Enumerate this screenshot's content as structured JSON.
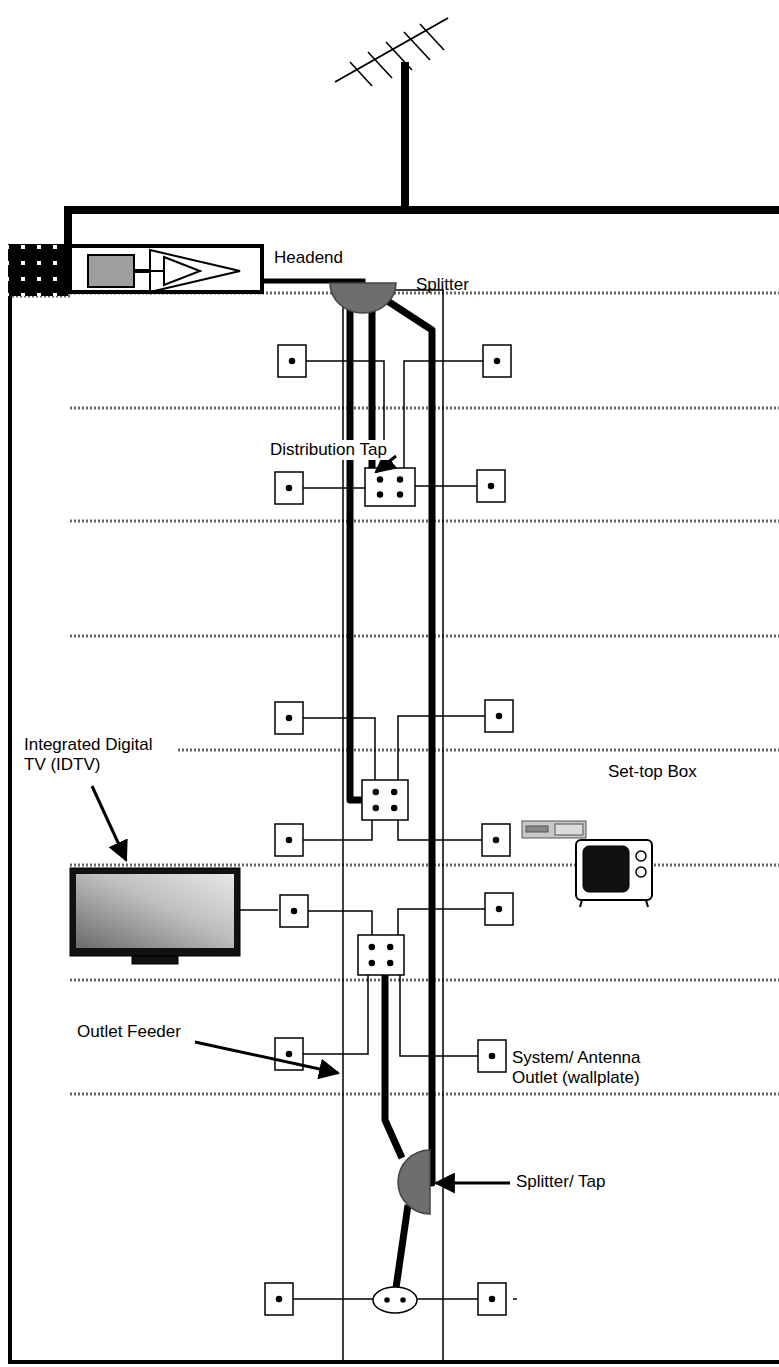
{
  "diagram": {
    "nodes": [
      {
        "text": [
          "Headend"
        ]
      },
      {
        "text": [
          "Splitter"
        ]
      }
    ],
    "edges": [
      {
        "from": 0,
        "to": 1,
        "arrow": "none"
      }
    ],
    "labels": [
      "Distribution Tap",
      "Set-top Box",
      "Integrated Digital TV (IDTV)",
      "Outlet Feeder",
      "System/ Antenna Outlet (wallplate)",
      "Splitter/ Tap"
    ]
  }
}
